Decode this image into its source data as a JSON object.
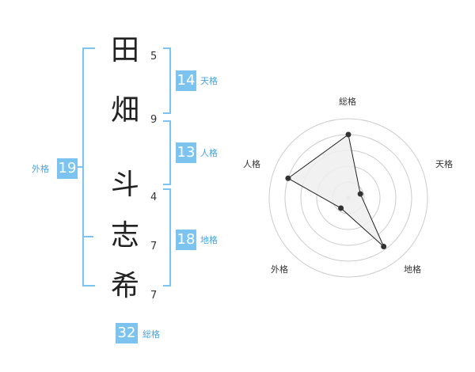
{
  "name": {
    "characters": [
      {
        "char": "田",
        "strokes": "5"
      },
      {
        "char": "畑",
        "strokes": "9"
      },
      {
        "char": "斗",
        "strokes": "4"
      },
      {
        "char": "志",
        "strokes": "7"
      },
      {
        "char": "希",
        "strokes": "7"
      }
    ]
  },
  "kakusu": {
    "tenkaku": {
      "value": "14",
      "label": "天格"
    },
    "jinkaku": {
      "value": "13",
      "label": "人格"
    },
    "chikaku": {
      "value": "18",
      "label": "地格"
    },
    "gaikaku": {
      "value": "19",
      "label": "外格"
    },
    "soukaku": {
      "value": "32",
      "label": "総格"
    }
  },
  "radar": {
    "axes": [
      "総格",
      "天格",
      "地格",
      "外格",
      "人格"
    ],
    "levels": 5,
    "values": [
      4,
      0.8,
      3.8,
      0.8,
      4
    ]
  },
  "colors": {
    "accent": "#7cc4ef",
    "accent_text": "#4aa3dc",
    "radar_fill": "#eeeeee",
    "radar_line": "#222222",
    "grid": "#cccccc"
  }
}
